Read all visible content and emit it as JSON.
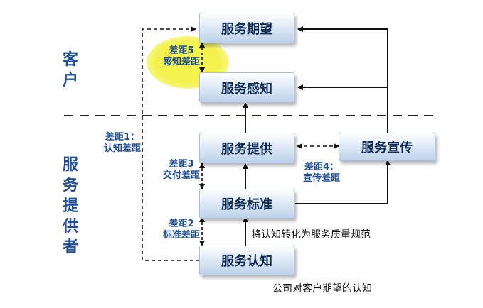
{
  "boxes": {
    "expectation": "服务期望",
    "perception": "服务感知",
    "delivery": "服务提供",
    "promotion": "服务宣传",
    "standard": "服务标准",
    "cognition": "服务认知"
  },
  "sides": {
    "customer": "客户",
    "provider": "服务提供者"
  },
  "gaps": {
    "gap1": [
      "差距1：",
      "认知差距"
    ],
    "gap2": [
      "差距2",
      "标准差距"
    ],
    "gap3": [
      "差距3",
      "交付差距"
    ],
    "gap4": [
      "差距4：",
      "宣传差距"
    ],
    "gap5": [
      "差距5",
      "感知差距"
    ]
  },
  "notes": {
    "convert": "将认知转化为服务质量规范",
    "company": "公司对客户期望的认知"
  },
  "colors": {
    "label": "#1f4e9a",
    "box_text": "#0d2a55",
    "highlight": "#f3f24f"
  }
}
